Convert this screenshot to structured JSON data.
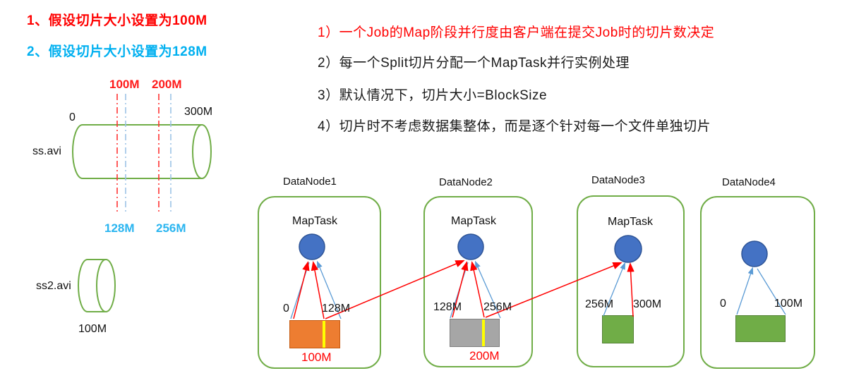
{
  "notes": {
    "note1": "1、假设切片大小设置为100M",
    "note2": "2、假设切片大小设置为128M"
  },
  "points": {
    "p1": "1）一个Job的Map阶段并行度由客户端在提交Job时的切片数决定",
    "p2": "2）每一个Split切片分配一个MapTask并行实例处理",
    "p3": "3）默认情况下，切片大小=BlockSize",
    "p4": "4）切片时不考虑数据集整体，而是逐个针对每一个文件单独切片"
  },
  "file1": {
    "name": "ss.avi",
    "start": "0",
    "end": "300M",
    "red_mark_1": "100M",
    "red_mark_2": "200M",
    "blue_mark_1": "128M",
    "blue_mark_2": "256M"
  },
  "file2": {
    "name": "ss2.avi",
    "size": "100M"
  },
  "datanodes": {
    "dn1": {
      "title": "DataNode1",
      "task": "MapTask",
      "range_start": "0",
      "range_end": "128M",
      "split": "100M"
    },
    "dn2": {
      "title": "DataNode2",
      "task": "MapTask",
      "range_start": "128M",
      "range_end": "256M",
      "split": "200M"
    },
    "dn3": {
      "title": "DataNode3",
      "task": "MapTask",
      "range_start": "256M",
      "range_end": "300M"
    },
    "dn4": {
      "title": "DataNode4",
      "range_start": "0",
      "range_end": "100M"
    }
  },
  "colors": {
    "accent_red": "#FF0000",
    "accent_cyan": "#00B0F0",
    "node_green": "#70AD47",
    "block_orange": "#ED7D31",
    "block_gray": "#A6A6A6",
    "block_green": "#70AD47",
    "circle_blue": "#4472C4",
    "divider_yellow": "#FFFF00",
    "arrow_blue": "#5B9BD5"
  }
}
